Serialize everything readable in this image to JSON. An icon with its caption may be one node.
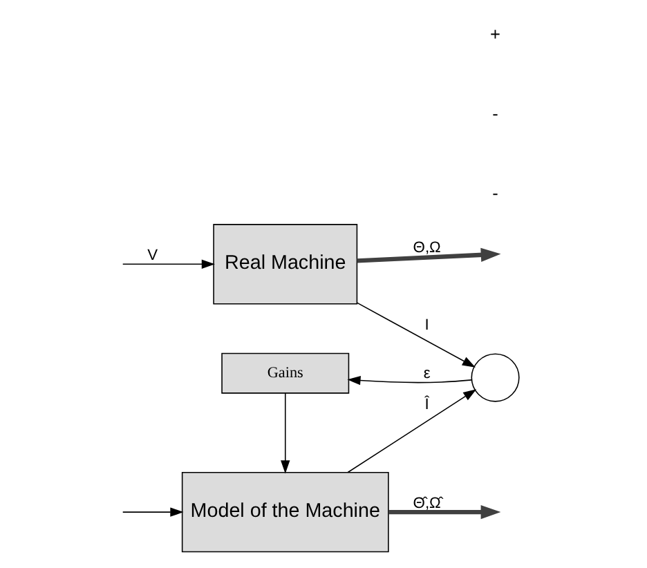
{
  "diagram": {
    "nodes": [
      {
        "text": [
          "Real Machine"
        ]
      },
      {
        "text": [
          "Gains"
        ]
      },
      {
        "text": [],
        "shape": "circle"
      },
      {
        "text": [
          "Model of the Machine"
        ]
      }
    ],
    "edges": [
      {
        "from": 0,
        "to": null,
        "arrow": "to",
        "label": "Θ,Ω",
        "style": "thick",
        "color": "#404040"
      },
      {
        "from": 3,
        "to": null,
        "arrow": "to",
        "label": "Θ̂,Ω̂",
        "style": "thick",
        "color": "#404040"
      },
      {
        "from": 0,
        "to": 2,
        "arrow": "to",
        "label": "I"
      },
      {
        "from": null,
        "to": 0,
        "arrow": "to",
        "label": "V"
      },
      {
        "from": 2,
        "to": 1,
        "arrow": "to",
        "label": "ε"
      },
      {
        "from": 1,
        "to": 3,
        "arrow": "to"
      },
      {
        "from": 3,
        "to": 2,
        "arrow": "to",
        "label": "Î"
      },
      {
        "from": null,
        "to": 3,
        "arrow": "to"
      }
    ],
    "labels": [
      "-",
      "-",
      "+"
    ]
  }
}
